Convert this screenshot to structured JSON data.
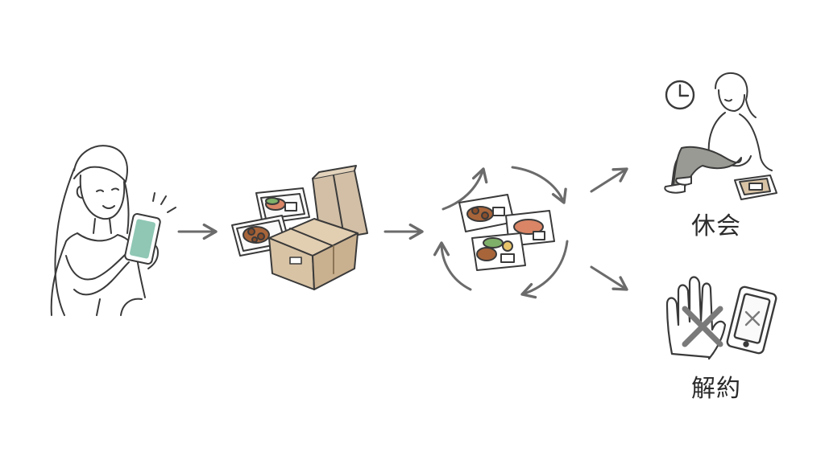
{
  "flow": {
    "steps": [
      "order-on-smartphone",
      "meal-kit-delivery",
      "recurring-delivery"
    ],
    "outcomes": [
      {
        "id": "pause",
        "label": "休会"
      },
      {
        "id": "cancel",
        "label": "解約"
      }
    ]
  },
  "colors": {
    "line": "#3a3a3a",
    "arrow": "#6b6b6b",
    "cardboard": "#d8c3a5",
    "cardboard_dark": "#bfa585",
    "paper_bag": "#d2bfa6",
    "food_brown": "#a8653a",
    "food_red": "#d98566",
    "food_green": "#7fb069",
    "food_yellow": "#e8c46a",
    "phone_screen": "#8fc7b4",
    "pants": "#9a9a94",
    "cross": "#7a7a7a"
  }
}
